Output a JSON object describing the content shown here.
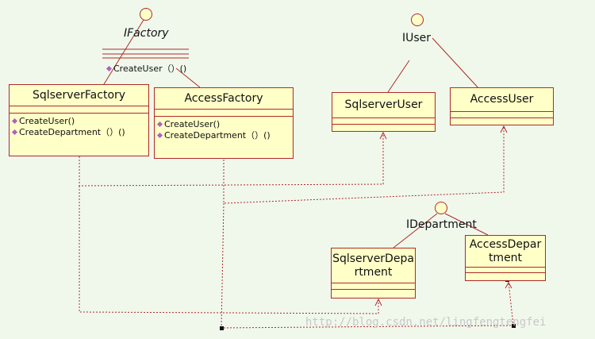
{
  "ifactory": {
    "name": "IFactory",
    "operation": "CreateUser（）()"
  },
  "iuser": {
    "name": "IUser"
  },
  "idepartment": {
    "name": "IDepartment"
  },
  "sqlserver_factory": {
    "name": "SqlserverFactory",
    "operations": [
      "CreateUser()",
      "CreateDepartment（）()"
    ]
  },
  "access_factory": {
    "name": "AccessFactory",
    "operations": [
      "CreateUser()",
      "CreateDepartment（）()"
    ]
  },
  "sqlserver_user": {
    "name": "SqlserverUser"
  },
  "access_user": {
    "name": "AccessUser"
  },
  "sqlserver_department": {
    "name_line1": "SqlserverDepa",
    "name_line2": "rtment"
  },
  "access_department": {
    "name_line1": "AccessDepar",
    "name_line2": "tment"
  },
  "watermark": "http://blog.csdn.net/lingfengtengfei",
  "colors": {
    "background": "#f0f8ec",
    "box_fill": "#ffffc8",
    "line": "#b02a2a"
  }
}
